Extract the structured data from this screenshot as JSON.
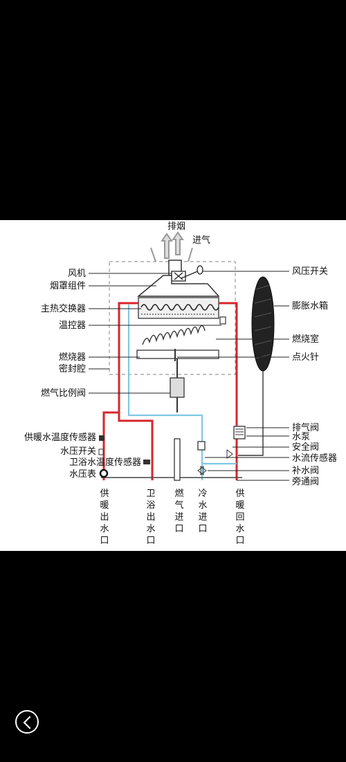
{
  "diagram": {
    "top_labels": {
      "exhaust": "排烟",
      "intake": "进气"
    },
    "left_labels": [
      "风机",
      "烟罩组件",
      "主热交换器",
      "温控器",
      "燃烧器",
      "密封腔",
      "燃气比例阀",
      "供暖水温度传感器",
      "水压开关",
      "卫浴水温度传感器",
      "水压表"
    ],
    "right_labels": [
      "风压开关",
      "膨胀水箱",
      "燃烧室",
      "点火针",
      "排气阀",
      "水泵",
      "安全阀",
      "水流传感器",
      "补水阀",
      "旁通阀"
    ],
    "bottom_ports": [
      "供暖出水口",
      "卫浴出水口",
      "燃气进口",
      "冷水进口",
      "供暖回水口"
    ]
  },
  "colors": {
    "hot_pipe": "#d8262b",
    "cold_pipe": "#7ec8e3",
    "line": "#222222"
  },
  "nav": {
    "back_icon": "chevron-left-icon"
  }
}
